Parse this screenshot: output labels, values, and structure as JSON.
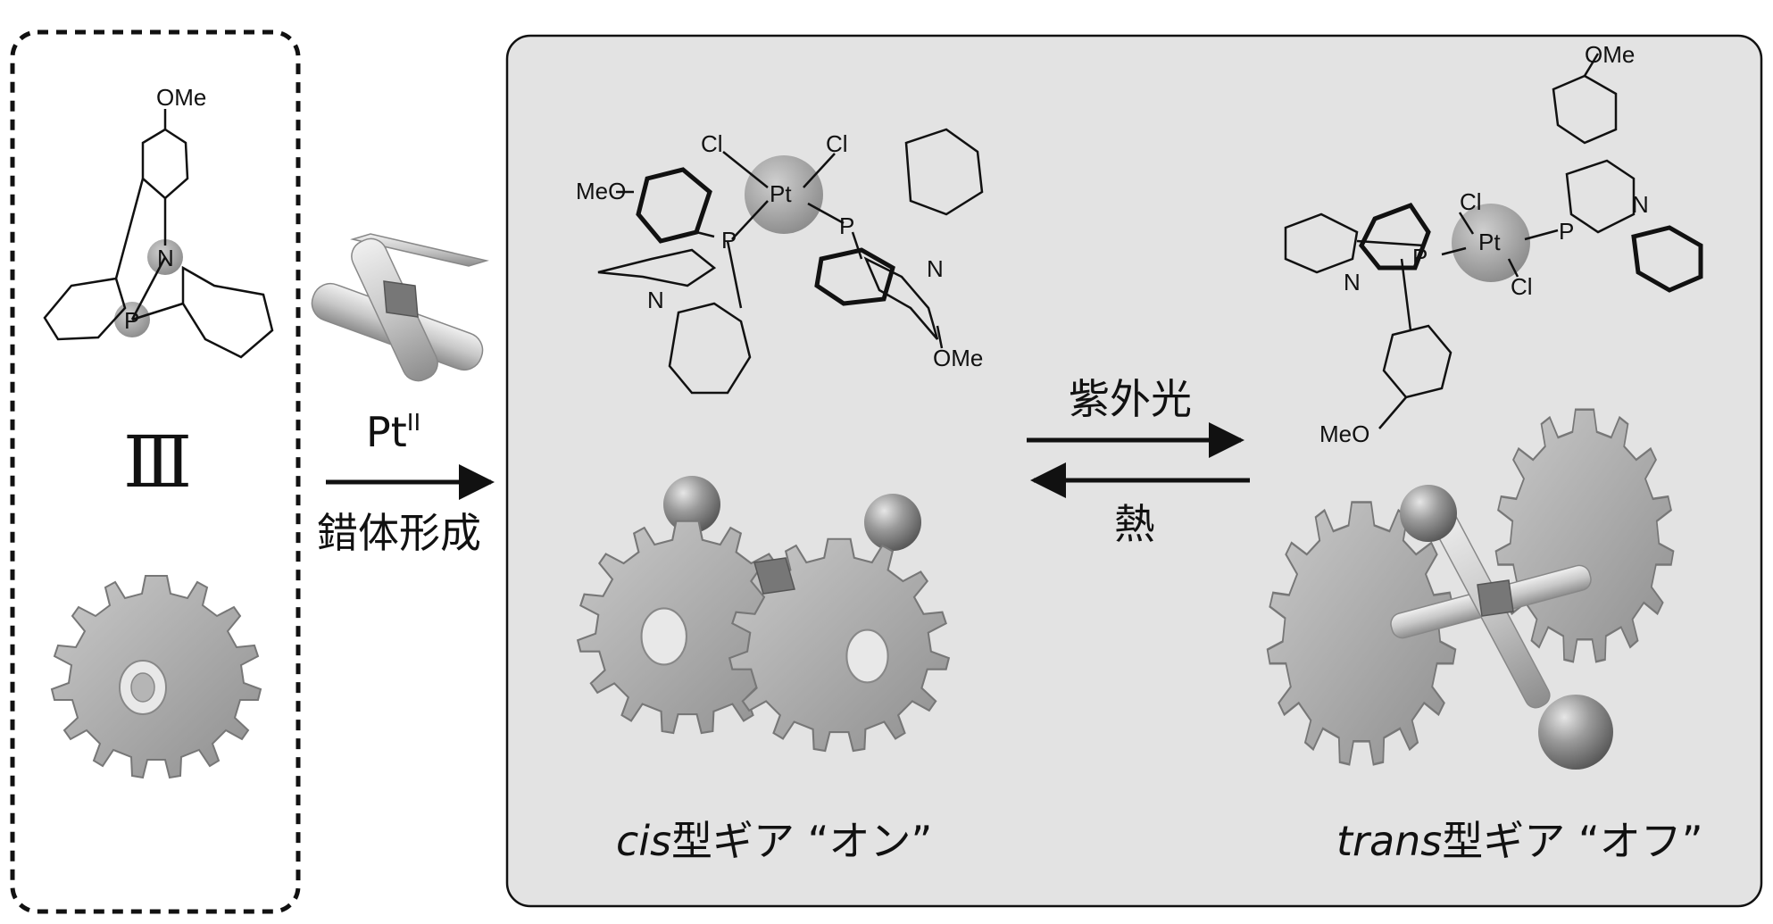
{
  "ligand": {
    "atoms": {
      "ome": "OMe",
      "n": "N",
      "p": "P"
    },
    "equiv_symbol": "Ⅲ"
  },
  "complexation": {
    "metal": "Pt",
    "metal_ox": "II",
    "label": "錯体形成"
  },
  "cis_complex": {
    "atoms": {
      "cl1": "Cl",
      "cl2": "Cl",
      "pt": "Pt",
      "p1": "P",
      "p2": "P",
      "n1": "N",
      "n2": "N",
      "meo": "MeO",
      "ome": "OMe"
    },
    "caption_prefix": "cis",
    "caption_rest": "型ギア “オン”"
  },
  "trans_complex": {
    "atoms": {
      "cl1": "Cl",
      "cl2": "Cl",
      "pt": "Pt",
      "p1": "P",
      "p2": "P",
      "n1": "N",
      "n2": "N",
      "meo": "MeO",
      "ome": "OMe"
    },
    "caption_prefix": "trans",
    "caption_rest": "型ギア “オフ”"
  },
  "forward": {
    "label": "紫外光"
  },
  "reverse": {
    "label": "熱"
  },
  "colors": {
    "panel": "#e3e3e3",
    "gear": "#a9a9a9",
    "sphere": "#8a8a8a",
    "ink": "#111111"
  }
}
